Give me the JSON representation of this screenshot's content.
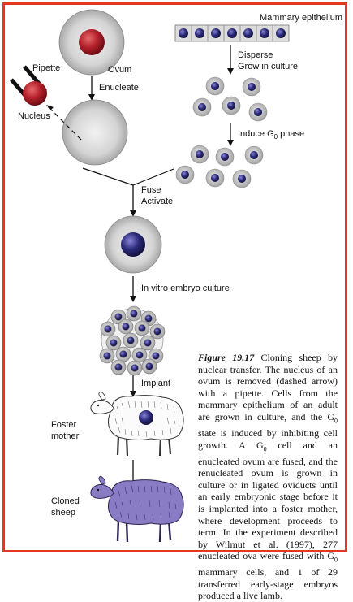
{
  "labels": {
    "mammary_epithelium": "Mammary epithelium",
    "pipette": "Pipette",
    "ovum": "Ovum",
    "nucleus": "Nucleus",
    "enucleate": "Enucleate",
    "disperse": "Disperse",
    "grow_in_culture": "Grow in culture",
    "induce_g0_prefix": "Induce G",
    "induce_g0_sub": "0",
    "induce_g0_suffix": " phase",
    "fuse": "Fuse",
    "activate": "Activate",
    "in_vitro": "In vitro embryo culture",
    "implant": "Implant",
    "foster_line1": "Foster",
    "foster_line2": "mother",
    "cloned_line1": "Cloned",
    "cloned_line2": "sheep"
  },
  "caption": {
    "figure_label": "Figure 19.17",
    "p1": "  Cloning sheep by nuclear transfer. The nucleus of an ovum is removed (dashed arrow) with a pipette. Cells from the mammary epithelium of an adult are grown in culture, and the G",
    "sub1": "0",
    "p2": " state is induced by inhibiting cell growth. A G",
    "sub2": "0",
    "p3": " cell and an enucleated ovum are fused, and the renucleated ovum is grown in culture or in ligated oviducts until an early embryonic stage before it is implanted into a foster mother, where development proceeds to term. In the experiment described by Wilmut et al. (1997), 277 enucleated ova were fused with G",
    "sub3": "0",
    "p4": " mammary cells, and 1 of 29 transferred early-stage embryos produced a live lamb."
  },
  "colors": {
    "border": "#e3371e",
    "nucleus_red": "#b3202a",
    "nucleus_blue": "#2c2a7a",
    "cell_gray": "#c9c9c9",
    "cloned_sheep": "#8a7cc4"
  }
}
